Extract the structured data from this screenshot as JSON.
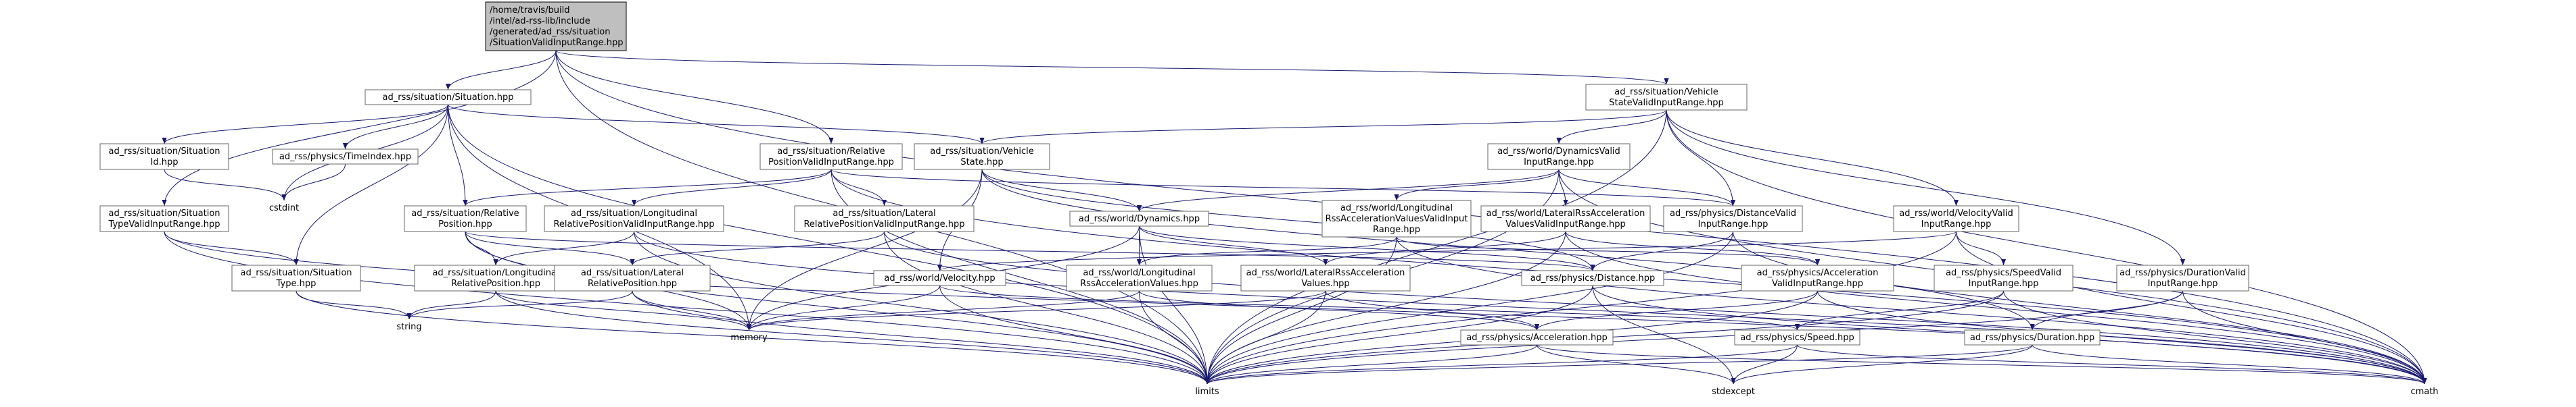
{
  "colors": {
    "edge": "#191970",
    "root_fill": "#bfbfbf",
    "box_stroke": "#666666",
    "background": "#ffffff"
  },
  "nodes": {
    "root": {
      "lines": [
        "/home/travis/build",
        "/intel/ad-rss-lib/include",
        "/generated/ad_rss/situation",
        "/SituationValidInputRange.hpp"
      ]
    },
    "situation": {
      "lines": [
        "ad_rss/situation/Situation.hpp"
      ]
    },
    "vehicle_state_vir": {
      "lines": [
        "ad_rss/situation/Vehicle",
        "StateValidInputRange.hpp"
      ]
    },
    "situation_id": {
      "lines": [
        "ad_rss/situation/Situation",
        "Id.hpp"
      ]
    },
    "time_index": {
      "lines": [
        "ad_rss/physics/TimeIndex.hpp"
      ]
    },
    "rel_pos_vir": {
      "lines": [
        "ad_rss/situation/Relative",
        "PositionValidInputRange.hpp"
      ]
    },
    "vehicle_state": {
      "lines": [
        "ad_rss/situation/Vehicle",
        "State.hpp"
      ]
    },
    "dynamics_vir": {
      "lines": [
        "ad_rss/world/DynamicsValid",
        "InputRange.hpp"
      ]
    },
    "situation_type_vir": {
      "lines": [
        "ad_rss/situation/Situation",
        "TypeValidInputRange.hpp"
      ]
    },
    "relative_position": {
      "lines": [
        "ad_rss/situation/Relative",
        "Position.hpp"
      ]
    },
    "long_rel_pos_vir": {
      "lines": [
        "ad_rss/situation/Longitudinal",
        "RelativePositionValidInputRange.hpp"
      ]
    },
    "lat_rel_pos_vir": {
      "lines": [
        "ad_rss/situation/Lateral",
        "RelativePositionValidInputRange.hpp"
      ]
    },
    "world_dynamics": {
      "lines": [
        "ad_rss/world/Dynamics.hpp"
      ]
    },
    "long_rss_acc_vir": {
      "lines": [
        "ad_rss/world/Longitudinal",
        "RssAccelerationValuesValidInput",
        "Range.hpp"
      ]
    },
    "lat_rss_acc_vir": {
      "lines": [
        "ad_rss/world/LateralRssAcceleration",
        "ValuesValidInputRange.hpp"
      ]
    },
    "distance_vir": {
      "lines": [
        "ad_rss/physics/DistanceValid",
        "InputRange.hpp"
      ]
    },
    "velocity_vir": {
      "lines": [
        "ad_rss/world/VelocityValid",
        "InputRange.hpp"
      ]
    },
    "duration_vir": {
      "lines": [
        "ad_rss/physics/DurationValid",
        "InputRange.hpp"
      ]
    },
    "situation_type": {
      "lines": [
        "ad_rss/situation/Situation",
        "Type.hpp"
      ]
    },
    "long_rel_pos": {
      "lines": [
        "ad_rss/situation/Longitudinal",
        "RelativePosition.hpp"
      ]
    },
    "lat_rel_pos": {
      "lines": [
        "ad_rss/situation/Lateral",
        "RelativePosition.hpp"
      ]
    },
    "world_velocity": {
      "lines": [
        "ad_rss/world/Velocity.hpp"
      ]
    },
    "long_rss_acc": {
      "lines": [
        "ad_rss/world/Longitudinal",
        "RssAccelerationValues.hpp"
      ]
    },
    "lat_rss_acc": {
      "lines": [
        "ad_rss/world/LateralRssAcceleration",
        "Values.hpp"
      ]
    },
    "physics_distance": {
      "lines": [
        "ad_rss/physics/Distance.hpp"
      ]
    },
    "acceleration_vir": {
      "lines": [
        "ad_rss/physics/Acceleration",
        "ValidInputRange.hpp"
      ]
    },
    "speed_vir": {
      "lines": [
        "ad_rss/physics/SpeedValid",
        "InputRange.hpp"
      ]
    },
    "physics_acceleration": {
      "lines": [
        "ad_rss/physics/Acceleration.hpp"
      ]
    },
    "physics_speed": {
      "lines": [
        "ad_rss/physics/Speed.hpp"
      ]
    },
    "physics_duration": {
      "lines": [
        "ad_rss/physics/Duration.hpp"
      ]
    },
    "cstdint": {
      "lines": [
        "cstdint"
      ]
    },
    "memory": {
      "lines": [
        "memory"
      ]
    },
    "string": {
      "lines": [
        "string"
      ]
    },
    "limits": {
      "lines": [
        "limits"
      ]
    },
    "stdexcept": {
      "lines": [
        "stdexcept"
      ]
    },
    "cmath": {
      "lines": [
        "cmath"
      ]
    }
  },
  "edges": [
    [
      "root",
      "situation"
    ],
    [
      "root",
      "vehicle_state_vir"
    ],
    [
      "root",
      "rel_pos_vir"
    ],
    [
      "root",
      "situation_type_vir"
    ],
    [
      "root",
      "limits"
    ],
    [
      "root",
      "cmath"
    ],
    [
      "situation",
      "situation_id"
    ],
    [
      "situation",
      "time_index"
    ],
    [
      "situation",
      "vehicle_state"
    ],
    [
      "situation",
      "relative_position"
    ],
    [
      "situation",
      "situation_type"
    ],
    [
      "situation",
      "cstdint"
    ],
    [
      "situation",
      "memory"
    ],
    [
      "situation",
      "limits"
    ],
    [
      "vehicle_state_vir",
      "vehicle_state"
    ],
    [
      "vehicle_state_vir",
      "dynamics_vir"
    ],
    [
      "vehicle_state_vir",
      "distance_vir"
    ],
    [
      "vehicle_state_vir",
      "velocity_vir"
    ],
    [
      "vehicle_state_vir",
      "duration_vir"
    ],
    [
      "vehicle_state_vir",
      "limits"
    ],
    [
      "vehicle_state_vir",
      "cmath"
    ],
    [
      "situation_id",
      "cstdint"
    ],
    [
      "time_index",
      "cstdint"
    ],
    [
      "rel_pos_vir",
      "relative_position"
    ],
    [
      "rel_pos_vir",
      "long_rel_pos_vir"
    ],
    [
      "rel_pos_vir",
      "lat_rel_pos_vir"
    ],
    [
      "rel_pos_vir",
      "distance_vir"
    ],
    [
      "rel_pos_vir",
      "limits"
    ],
    [
      "rel_pos_vir",
      "cmath"
    ],
    [
      "vehicle_state",
      "world_dynamics"
    ],
    [
      "vehicle_state",
      "world_velocity"
    ],
    [
      "vehicle_state",
      "physics_distance"
    ],
    [
      "vehicle_state",
      "physics_duration"
    ],
    [
      "vehicle_state",
      "memory"
    ],
    [
      "dynamics_vir",
      "world_dynamics"
    ],
    [
      "dynamics_vir",
      "long_rss_acc_vir"
    ],
    [
      "dynamics_vir",
      "lat_rss_acc_vir"
    ],
    [
      "dynamics_vir",
      "distance_vir"
    ],
    [
      "dynamics_vir",
      "limits"
    ],
    [
      "dynamics_vir",
      "cmath"
    ],
    [
      "situation_type_vir",
      "situation_type"
    ],
    [
      "situation_type_vir",
      "limits"
    ],
    [
      "situation_type_vir",
      "cmath"
    ],
    [
      "relative_position",
      "long_rel_pos"
    ],
    [
      "relative_position",
      "lat_rel_pos"
    ],
    [
      "relative_position",
      "physics_distance"
    ],
    [
      "relative_position",
      "memory"
    ],
    [
      "relative_position",
      "limits"
    ],
    [
      "long_rel_pos_vir",
      "long_rel_pos"
    ],
    [
      "long_rel_pos_vir",
      "limits"
    ],
    [
      "long_rel_pos_vir",
      "cmath"
    ],
    [
      "lat_rel_pos_vir",
      "lat_rel_pos"
    ],
    [
      "lat_rel_pos_vir",
      "limits"
    ],
    [
      "lat_rel_pos_vir",
      "cmath"
    ],
    [
      "world_dynamics",
      "long_rss_acc"
    ],
    [
      "world_dynamics",
      "lat_rss_acc"
    ],
    [
      "world_dynamics",
      "physics_distance"
    ],
    [
      "world_dynamics",
      "memory"
    ],
    [
      "world_dynamics",
      "limits"
    ],
    [
      "long_rss_acc_vir",
      "long_rss_acc"
    ],
    [
      "long_rss_acc_vir",
      "acceleration_vir"
    ],
    [
      "long_rss_acc_vir",
      "limits"
    ],
    [
      "long_rss_acc_vir",
      "cmath"
    ],
    [
      "lat_rss_acc_vir",
      "lat_rss_acc"
    ],
    [
      "lat_rss_acc_vir",
      "acceleration_vir"
    ],
    [
      "lat_rss_acc_vir",
      "limits"
    ],
    [
      "lat_rss_acc_vir",
      "cmath"
    ],
    [
      "distance_vir",
      "physics_distance"
    ],
    [
      "distance_vir",
      "limits"
    ],
    [
      "distance_vir",
      "cmath"
    ],
    [
      "velocity_vir",
      "world_velocity"
    ],
    [
      "velocity_vir",
      "speed_vir"
    ],
    [
      "velocity_vir",
      "limits"
    ],
    [
      "velocity_vir",
      "cmath"
    ],
    [
      "duration_vir",
      "physics_duration"
    ],
    [
      "duration_vir",
      "limits"
    ],
    [
      "duration_vir",
      "cmath"
    ],
    [
      "situation_type",
      "string"
    ],
    [
      "situation_type",
      "limits"
    ],
    [
      "long_rel_pos",
      "string"
    ],
    [
      "long_rel_pos",
      "memory"
    ],
    [
      "long_rel_pos",
      "limits"
    ],
    [
      "lat_rel_pos",
      "string"
    ],
    [
      "lat_rel_pos",
      "memory"
    ],
    [
      "lat_rel_pos",
      "limits"
    ],
    [
      "world_velocity",
      "physics_speed"
    ],
    [
      "world_velocity",
      "memory"
    ],
    [
      "world_velocity",
      "limits"
    ],
    [
      "long_rss_acc",
      "physics_acceleration"
    ],
    [
      "long_rss_acc",
      "memory"
    ],
    [
      "long_rss_acc",
      "limits"
    ],
    [
      "lat_rss_acc",
      "physics_acceleration"
    ],
    [
      "lat_rss_acc",
      "memory"
    ],
    [
      "lat_rss_acc",
      "limits"
    ],
    [
      "physics_distance",
      "limits"
    ],
    [
      "physics_distance",
      "stdexcept"
    ],
    [
      "physics_distance",
      "cmath"
    ],
    [
      "acceleration_vir",
      "physics_acceleration"
    ],
    [
      "acceleration_vir",
      "limits"
    ],
    [
      "acceleration_vir",
      "cmath"
    ],
    [
      "speed_vir",
      "physics_speed"
    ],
    [
      "speed_vir",
      "limits"
    ],
    [
      "speed_vir",
      "cmath"
    ],
    [
      "physics_acceleration",
      "limits"
    ],
    [
      "physics_acceleration",
      "stdexcept"
    ],
    [
      "physics_acceleration",
      "cmath"
    ],
    [
      "physics_speed",
      "limits"
    ],
    [
      "physics_speed",
      "stdexcept"
    ],
    [
      "physics_speed",
      "cmath"
    ],
    [
      "physics_duration",
      "limits"
    ],
    [
      "physics_duration",
      "stdexcept"
    ],
    [
      "physics_duration",
      "cmath"
    ]
  ]
}
